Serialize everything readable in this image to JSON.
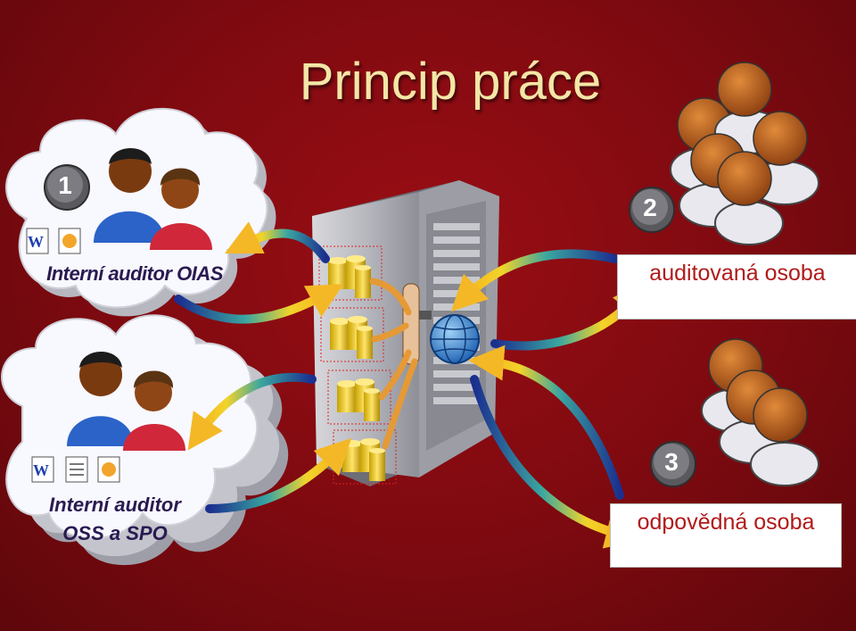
{
  "title": "Princip práce",
  "groups": {
    "internal_oias": {
      "number": "1",
      "label": "Interní auditor OIAS"
    },
    "internal_oss": {
      "number": "",
      "label_line1": "Interní auditor",
      "label_line2": "OSS a SPO"
    },
    "audited_person": {
      "number": "2",
      "label": "auditovaná osoba"
    },
    "responsible_person": {
      "number": "3",
      "label": "odpovědná osoba"
    }
  },
  "icons": [
    "word-document-icon",
    "web-document-icon",
    "text-document-icon",
    "certificate-icon",
    "internet-explorer-icon",
    "server-icon",
    "database-icon",
    "globe-icon",
    "person-icon",
    "firewall-icon"
  ],
  "colors": {
    "background": "#7d0a10",
    "title": "#f3e6a6",
    "role_label": "#b11a1a",
    "cloud_label": "#2a1a50"
  }
}
